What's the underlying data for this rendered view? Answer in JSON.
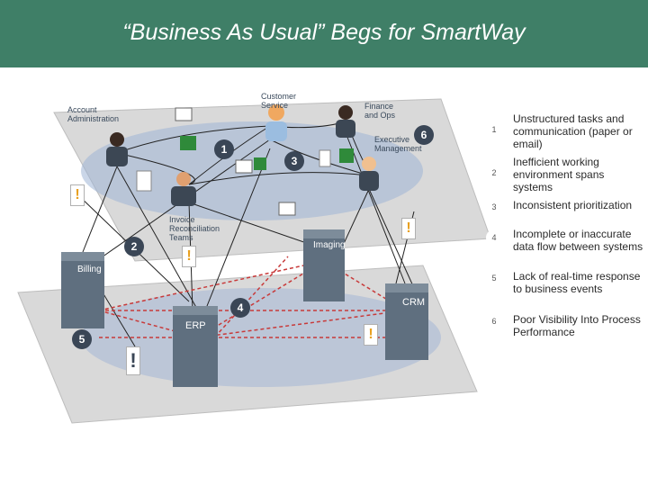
{
  "title": "“Business As Usual” Begs for SmartWay",
  "labels": {
    "customer_service": "Customer\nService",
    "finance_ops": "Finance\nand Ops",
    "account_admin": "Account\nAdministration",
    "executive_mgmt": "Executive\nManagement",
    "invoice_teams": "Invoice\nReconciliation\nTeams"
  },
  "systems": {
    "billing": "Billing",
    "imaging": "Imaging",
    "erp": "ERP",
    "crm": "CRM"
  },
  "badges": [
    "1",
    "2",
    "3",
    "4",
    "5",
    "6"
  ],
  "legend": [
    {
      "num": "1",
      "text": "Unstructured tasks and communication (paper or email)"
    },
    {
      "num": "2",
      "text": "Inefficient working environment spans systems"
    },
    {
      "num": "3",
      "text": "Inconsistent prioritization"
    },
    {
      "num": "4",
      "text": "Incomplete or inaccurate data flow between systems"
    },
    {
      "num": "5",
      "text": "Lack of real-time response to business events"
    },
    {
      "num": "6",
      "text": "Poor Visibility Into Process Performance"
    }
  ],
  "colors": {
    "header": "#3f7f67",
    "badge": "#3a4656",
    "red_flow": "#c83a3a",
    "platform": "#d8d8d8"
  }
}
